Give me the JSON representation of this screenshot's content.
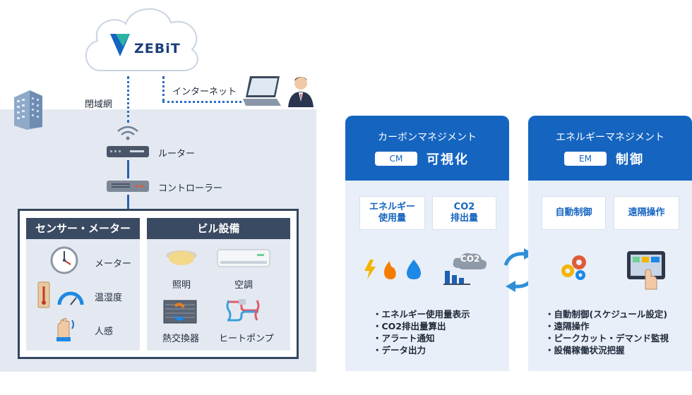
{
  "cloud": {
    "logo_text": "ZEBiT"
  },
  "network": {
    "closed_network": "閉域網",
    "internet": "インターネット",
    "router": "ルーター",
    "controller": "コントローラー"
  },
  "sensor_panel": {
    "title": "センサー・メーター",
    "items": [
      "メーター",
      "温湿度",
      "人感"
    ]
  },
  "equipment_panel": {
    "title": "ビル設備",
    "items": [
      "照明",
      "空調",
      "熱交換器",
      "ヒートポンプ"
    ]
  },
  "carbon": {
    "title": "カーボンマネジメント",
    "badge": "CM",
    "word": "可視化",
    "tags": [
      "エネルギー\n使用量",
      "CO2\n排出量"
    ],
    "co2_label": "CO2",
    "bullets": [
      "・エネルギー使用量表示",
      "・CO2排出量算出",
      "・アラート通知",
      "・データ出力"
    ]
  },
  "energy": {
    "title": "エネルギーマネジメント",
    "badge": "EM",
    "word": "制御",
    "tags": [
      "自動制御",
      "遠隔操作"
    ],
    "bullets": [
      "・自動制御(スケジュール設定)",
      "・遠隔操作",
      "・ピークカット・デマンド監視",
      "・設備稼働状況把握"
    ]
  },
  "colors": {
    "accent": "#1565c0",
    "panel_dark": "#3a4a62",
    "area_bg": "#e4e9f1"
  }
}
